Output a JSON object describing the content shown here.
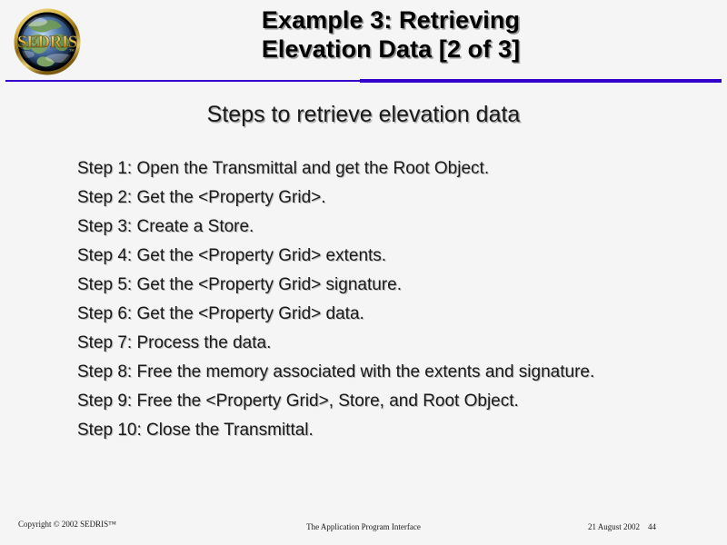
{
  "slide": {
    "background_color": "#f5f5f5",
    "accent_color": "#3300cc",
    "title_lines": [
      "Example 3: Retrieving",
      "Elevation Data [2 of 3]"
    ],
    "subtitle": "Steps to retrieve elevation data",
    "logo_text": "SEDRIS",
    "steps": [
      "Step 1: Open the Transmittal and get the Root Object.",
      "Step 2: Get the <Property Grid>.",
      "Step 3: Create a Store.",
      "Step 4: Get the <Property Grid> extents.",
      "Step 5: Get the <Property Grid> signature.",
      "Step 6: Get the <Property Grid> data.",
      "Step 7: Process the data.",
      "Step 8: Free the memory associated with the extents and signature.",
      "Step 9: Free the <Property Grid>, Store, and Root Object.",
      "Step 10: Close the Transmittal."
    ],
    "footer": {
      "copyright": "Copyright © 2002 SEDRIS™",
      "center": "The Application Program Interface",
      "date": "21 August 2002",
      "page_number": "44"
    }
  }
}
